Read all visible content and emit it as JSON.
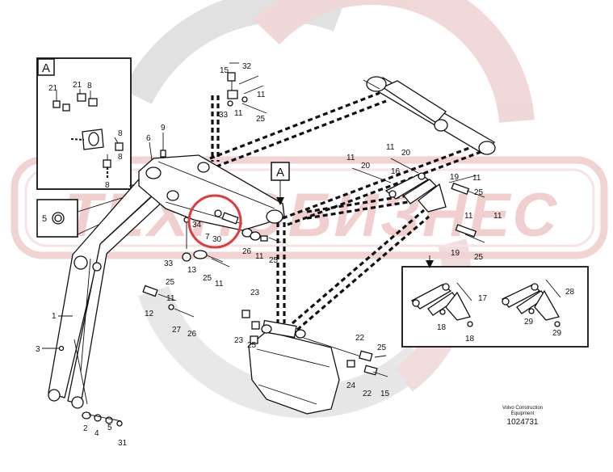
{
  "watermark": {
    "text": "ТЕХНОБИЗНЕС",
    "color": "#e3a5a5"
  },
  "callout_a_top": "A",
  "callout_a_main": "A",
  "footer": {
    "line1": "Volvo Construction",
    "line2": "Equipment",
    "number": "1024731"
  },
  "labels": {
    "p1": "1",
    "p2": "2",
    "p3": "3",
    "p4": "4",
    "p5": "5",
    "p5b": "5",
    "p6": "6",
    "p7": "7",
    "p8a": "8",
    "p8b": "8",
    "p8c": "8",
    "p8d": "8",
    "p9": "9",
    "p11a": "11",
    "p11b": "11",
    "p11c": "11",
    "p11d": "11",
    "p11e": "11",
    "p11f": "11",
    "p11g": "11",
    "p12": "12",
    "p13": "13",
    "p15a": "15",
    "p15b": "15",
    "p16": "16",
    "p17": "17",
    "p18a": "18",
    "p18b": "18",
    "p19a": "19",
    "p19b": "19",
    "p20a": "20",
    "p20b": "20",
    "p21a": "21",
    "p21b": "21",
    "p22a": "22",
    "p22b": "22",
    "p23a": "23",
    "p23b": "23",
    "p24": "24",
    "p25a": "25",
    "p25b": "25",
    "p25c": "25",
    "p25d": "25",
    "p25e": "25",
    "p25f": "25",
    "p25g": "25",
    "p26a": "26",
    "p26b": "26",
    "p27": "27",
    "p28": "28",
    "p29a": "29",
    "p29b": "29",
    "p30": "30",
    "p31": "31",
    "p32": "32",
    "p33a": "33",
    "p33b": "33",
    "p34": "34"
  },
  "colors": {
    "line": "#111111",
    "highlight": "#e03a3a"
  }
}
